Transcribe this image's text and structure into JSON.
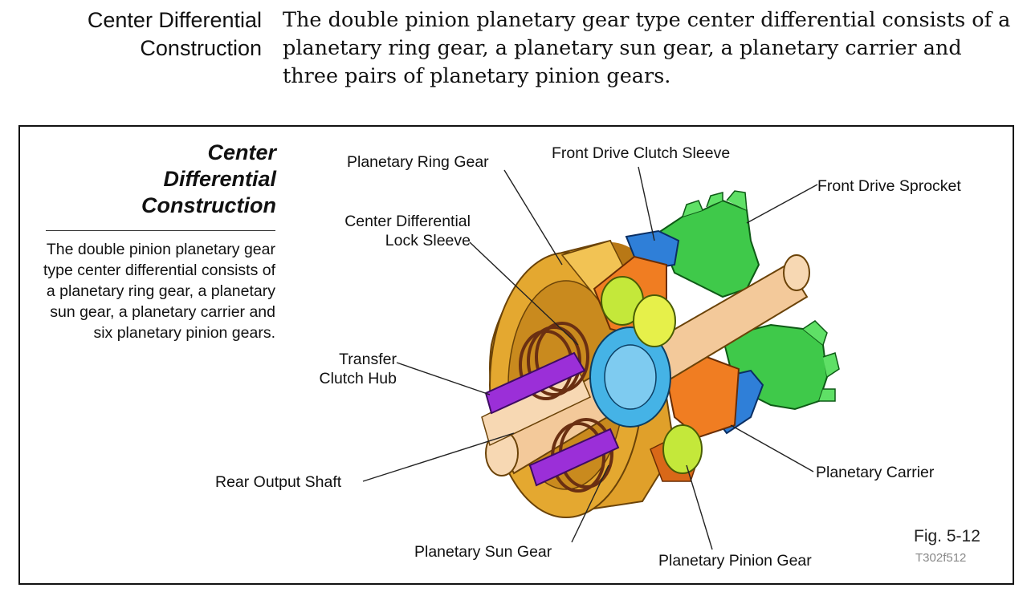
{
  "header": {
    "label_line1": "Center Differential",
    "label_line2": "Construction",
    "text": "The double pinion planetary gear type center differential consists of a planetary ring gear, a planetary sun gear, a planetary carrier and three pairs of planetary pinion gears."
  },
  "figure": {
    "side_title_line1": "Center",
    "side_title_line2": "Differential",
    "side_title_line3": "Construction",
    "side_body": "The double pinion planetary gear type center differential consists of a planetary ring gear, a planetary sun gear, a planetary carrier and six planetary pinion gears.",
    "callouts": {
      "planetary_ring_gear": "Planetary Ring Gear",
      "front_drive_clutch_sleeve": "Front Drive Clutch Sleeve",
      "front_drive_sprocket": "Front Drive Sprocket",
      "lock_sleeve_line1": "Center Differential",
      "lock_sleeve_line2": "Lock Sleeve",
      "transfer_clutch_hub_line1": "Transfer",
      "transfer_clutch_hub_line2": "Clutch Hub",
      "rear_output_shaft": "Rear Output Shaft",
      "planetary_sun_gear": "Planetary Sun Gear",
      "planetary_pinion_gear": "Planetary Pinion Gear",
      "planetary_carrier": "Planetary Carrier"
    },
    "figure_number": "Fig. 5-12",
    "figure_code": "T302f512"
  },
  "colors": {
    "ring_gear": "#e0a02a",
    "sprocket": "#3fc94a",
    "clutch_sleeve": "#2f7fd8",
    "sun_gear": "#45b3e6",
    "pinion": "#c4e83a",
    "carrier": "#f07d22",
    "clutch_hub": "#9b2fd8",
    "shaft": "#f3c99a",
    "clutch_pack": "#8a4a25"
  }
}
